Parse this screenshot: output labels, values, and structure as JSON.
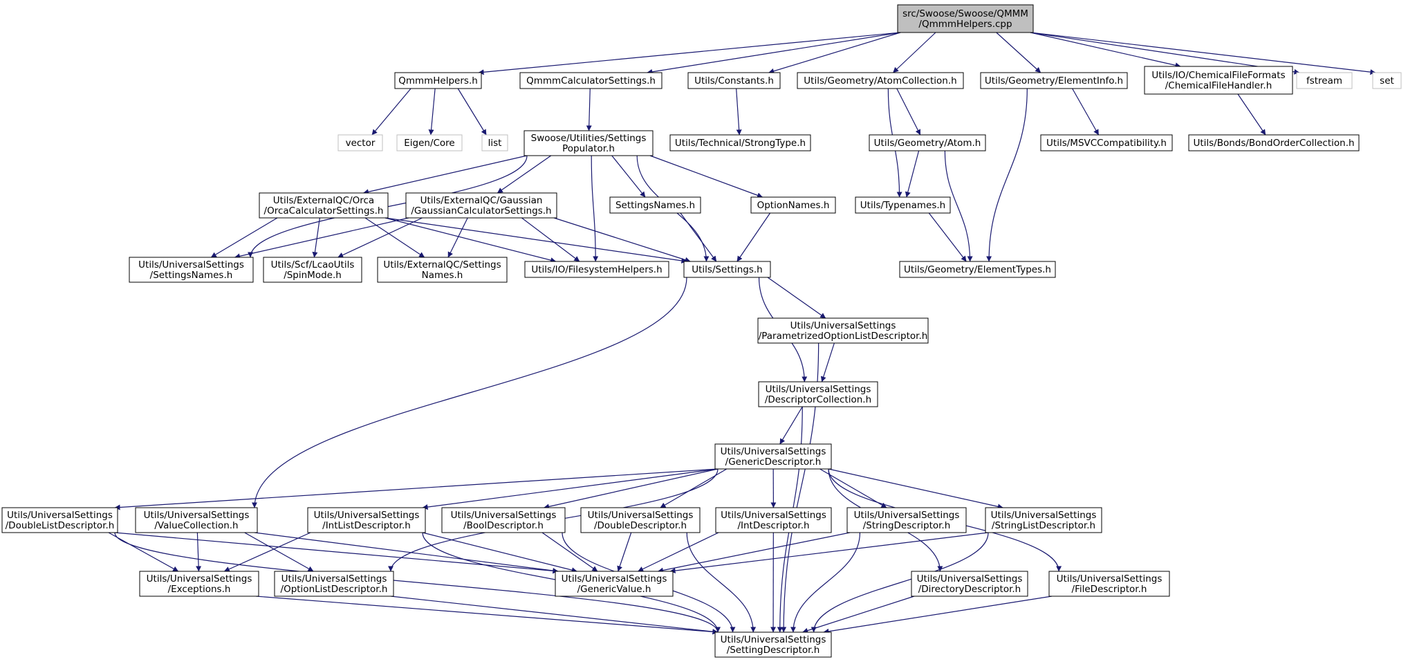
{
  "colors": {
    "edge": "#191970",
    "node_border": "#000000",
    "external_border": "#bfbfbf",
    "root_fill": "#bfbfbf",
    "node_fill": "#ffffff"
  },
  "nodes": [
    {
      "id": "root",
      "lines": [
        "src/Swoose/Swoose/QMMM",
        "/QmmmHelpers.cpp"
      ],
      "kind": "root"
    },
    {
      "id": "qmmmhelpers",
      "lines": [
        "QmmmHelpers.h"
      ],
      "kind": "normal"
    },
    {
      "id": "qmmmcalc",
      "lines": [
        "QmmmCalculatorSettings.h"
      ],
      "kind": "normal"
    },
    {
      "id": "constants",
      "lines": [
        "Utils/Constants.h"
      ],
      "kind": "normal"
    },
    {
      "id": "atomcoll",
      "lines": [
        "Utils/Geometry/AtomCollection.h"
      ],
      "kind": "normal"
    },
    {
      "id": "eleminfo",
      "lines": [
        "Utils/Geometry/ElementInfo.h"
      ],
      "kind": "normal"
    },
    {
      "id": "chemfile",
      "lines": [
        "Utils/IO/ChemicalFileFormats",
        "/ChemicalFileHandler.h"
      ],
      "kind": "normal"
    },
    {
      "id": "fstream",
      "lines": [
        "fstream"
      ],
      "kind": "external"
    },
    {
      "id": "set",
      "lines": [
        "set"
      ],
      "kind": "external"
    },
    {
      "id": "vector",
      "lines": [
        "vector"
      ],
      "kind": "external"
    },
    {
      "id": "eigen",
      "lines": [
        "Eigen/Core"
      ],
      "kind": "external"
    },
    {
      "id": "list",
      "lines": [
        "list"
      ],
      "kind": "external"
    },
    {
      "id": "settpop",
      "lines": [
        "Swoose/Utilities/Settings",
        "Populator.h"
      ],
      "kind": "normal"
    },
    {
      "id": "strongtype",
      "lines": [
        "Utils/Technical/StrongType.h"
      ],
      "kind": "normal"
    },
    {
      "id": "atom",
      "lines": [
        "Utils/Geometry/Atom.h"
      ],
      "kind": "normal"
    },
    {
      "id": "msvc",
      "lines": [
        "Utils/MSVCCompatibility.h"
      ],
      "kind": "normal"
    },
    {
      "id": "bondorder",
      "lines": [
        "Utils/Bonds/BondOrderCollection.h"
      ],
      "kind": "normal"
    },
    {
      "id": "orca",
      "lines": [
        "Utils/ExternalQC/Orca",
        "/OrcaCalculatorSettings.h"
      ],
      "kind": "normal"
    },
    {
      "id": "gaussian",
      "lines": [
        "Utils/ExternalQC/Gaussian",
        "/GaussianCalculatorSettings.h"
      ],
      "kind": "normal"
    },
    {
      "id": "settingsnames",
      "lines": [
        "SettingsNames.h"
      ],
      "kind": "normal"
    },
    {
      "id": "optionnames",
      "lines": [
        "OptionNames.h"
      ],
      "kind": "normal"
    },
    {
      "id": "typenames",
      "lines": [
        "Utils/Typenames.h"
      ],
      "kind": "normal"
    },
    {
      "id": "us_settingsnames",
      "lines": [
        "Utils/UniversalSettings",
        "/SettingsNames.h"
      ],
      "kind": "normal"
    },
    {
      "id": "spinmode",
      "lines": [
        "Utils/Scf/LcaoUtils",
        "/SpinMode.h"
      ],
      "kind": "normal"
    },
    {
      "id": "eqc_names",
      "lines": [
        "Utils/ExternalQC/Settings",
        "Names.h"
      ],
      "kind": "normal"
    },
    {
      "id": "fshelpers",
      "lines": [
        "Utils/IO/FilesystemHelpers.h"
      ],
      "kind": "normal"
    },
    {
      "id": "settings",
      "lines": [
        "Utils/Settings.h"
      ],
      "kind": "normal"
    },
    {
      "id": "elemtypes",
      "lines": [
        "Utils/Geometry/ElementTypes.h"
      ],
      "kind": "normal"
    },
    {
      "id": "paramopt",
      "lines": [
        "Utils/UniversalSettings",
        "/ParametrizedOptionListDescriptor.h"
      ],
      "kind": "normal"
    },
    {
      "id": "desccoll",
      "lines": [
        "Utils/UniversalSettings",
        "/DescriptorCollection.h"
      ],
      "kind": "normal"
    },
    {
      "id": "generic",
      "lines": [
        "Utils/UniversalSettings",
        "/GenericDescriptor.h"
      ],
      "kind": "normal"
    },
    {
      "id": "doublelist",
      "lines": [
        "Utils/UniversalSettings",
        "/DoubleListDescriptor.h"
      ],
      "kind": "normal"
    },
    {
      "id": "valuecoll",
      "lines": [
        "Utils/UniversalSettings",
        "/ValueCollection.h"
      ],
      "kind": "normal"
    },
    {
      "id": "intlist",
      "lines": [
        "Utils/UniversalSettings",
        "/IntListDescriptor.h"
      ],
      "kind": "normal"
    },
    {
      "id": "booldesc",
      "lines": [
        "Utils/UniversalSettings",
        "/BoolDescriptor.h"
      ],
      "kind": "normal"
    },
    {
      "id": "doubledesc",
      "lines": [
        "Utils/UniversalSettings",
        "/DoubleDescriptor.h"
      ],
      "kind": "normal"
    },
    {
      "id": "intdesc",
      "lines": [
        "Utils/UniversalSettings",
        "/IntDescriptor.h"
      ],
      "kind": "normal"
    },
    {
      "id": "stringdesc",
      "lines": [
        "Utils/UniversalSettings",
        "/StringDescriptor.h"
      ],
      "kind": "normal"
    },
    {
      "id": "stringlist",
      "lines": [
        "Utils/UniversalSettings",
        "/StringListDescriptor.h"
      ],
      "kind": "normal"
    },
    {
      "id": "exceptions",
      "lines": [
        "Utils/UniversalSettings",
        "/Exceptions.h"
      ],
      "kind": "normal"
    },
    {
      "id": "optlist",
      "lines": [
        "Utils/UniversalSettings",
        "/OptionListDescriptor.h"
      ],
      "kind": "normal"
    },
    {
      "id": "genvalue",
      "lines": [
        "Utils/UniversalSettings",
        "/GenericValue.h"
      ],
      "kind": "normal"
    },
    {
      "id": "dirdesc",
      "lines": [
        "Utils/UniversalSettings",
        "/DirectoryDescriptor.h"
      ],
      "kind": "normal"
    },
    {
      "id": "filedesc",
      "lines": [
        "Utils/UniversalSettings",
        "/FileDescriptor.h"
      ],
      "kind": "normal"
    },
    {
      "id": "settingdesc",
      "lines": [
        "Utils/UniversalSettings",
        "/SettingDescriptor.h"
      ],
      "kind": "normal"
    }
  ],
  "edges": [
    [
      "root",
      "qmmmhelpers"
    ],
    [
      "root",
      "qmmmcalc"
    ],
    [
      "root",
      "constants"
    ],
    [
      "root",
      "atomcoll"
    ],
    [
      "root",
      "eleminfo"
    ],
    [
      "root",
      "chemfile"
    ],
    [
      "root",
      "fstream"
    ],
    [
      "root",
      "set"
    ],
    [
      "qmmmhelpers",
      "vector"
    ],
    [
      "qmmmhelpers",
      "eigen"
    ],
    [
      "qmmmhelpers",
      "list"
    ],
    [
      "qmmmcalc",
      "settpop"
    ],
    [
      "constants",
      "strongtype"
    ],
    [
      "atomcoll",
      "atom"
    ],
    [
      "atomcoll",
      "typenames"
    ],
    [
      "eleminfo",
      "msvc"
    ],
    [
      "eleminfo",
      "elemtypes"
    ],
    [
      "chemfile",
      "bondorder"
    ],
    [
      "atom",
      "typenames"
    ],
    [
      "atom",
      "elemtypes"
    ],
    [
      "typenames",
      "elemtypes"
    ],
    [
      "settpop",
      "orca"
    ],
    [
      "settpop",
      "gaussian"
    ],
    [
      "settpop",
      "settingsnames"
    ],
    [
      "settpop",
      "optionnames"
    ],
    [
      "settpop",
      "us_settingsnames"
    ],
    [
      "settpop",
      "fshelpers"
    ],
    [
      "settpop",
      "settings"
    ],
    [
      "orca",
      "us_settingsnames"
    ],
    [
      "orca",
      "spinmode"
    ],
    [
      "orca",
      "eqc_names"
    ],
    [
      "orca",
      "fshelpers"
    ],
    [
      "orca",
      "settings"
    ],
    [
      "gaussian",
      "us_settingsnames"
    ],
    [
      "gaussian",
      "spinmode"
    ],
    [
      "gaussian",
      "eqc_names"
    ],
    [
      "gaussian",
      "fshelpers"
    ],
    [
      "gaussian",
      "settings"
    ],
    [
      "settingsnames",
      "settings"
    ],
    [
      "optionnames",
      "settings"
    ],
    [
      "settings",
      "paramopt"
    ],
    [
      "settings",
      "desccoll"
    ],
    [
      "settings",
      "valuecoll"
    ],
    [
      "paramopt",
      "desccoll"
    ],
    [
      "paramopt",
      "settingdesc"
    ],
    [
      "desccoll",
      "generic"
    ],
    [
      "desccoll",
      "settingdesc"
    ],
    [
      "generic",
      "doublelist"
    ],
    [
      "generic",
      "intlist"
    ],
    [
      "generic",
      "booldesc"
    ],
    [
      "generic",
      "doubledesc"
    ],
    [
      "generic",
      "intdesc"
    ],
    [
      "generic",
      "stringdesc"
    ],
    [
      "generic",
      "stringlist"
    ],
    [
      "generic",
      "optlist"
    ],
    [
      "generic",
      "dirdesc"
    ],
    [
      "generic",
      "filedesc"
    ],
    [
      "doublelist",
      "exceptions"
    ],
    [
      "doublelist",
      "genvalue"
    ],
    [
      "doublelist",
      "settingdesc"
    ],
    [
      "valuecoll",
      "exceptions"
    ],
    [
      "valuecoll",
      "optlist"
    ],
    [
      "valuecoll",
      "genvalue"
    ],
    [
      "intlist",
      "exceptions"
    ],
    [
      "intlist",
      "genvalue"
    ],
    [
      "intlist",
      "settingdesc"
    ],
    [
      "booldesc",
      "genvalue"
    ],
    [
      "booldesc",
      "settingdesc"
    ],
    [
      "doubledesc",
      "genvalue"
    ],
    [
      "doubledesc",
      "settingdesc"
    ],
    [
      "intdesc",
      "genvalue"
    ],
    [
      "intdesc",
      "settingdesc"
    ],
    [
      "stringdesc",
      "genvalue"
    ],
    [
      "stringdesc",
      "settingdesc"
    ],
    [
      "stringlist",
      "genvalue"
    ],
    [
      "stringlist",
      "settingdesc"
    ],
    [
      "exceptions",
      "settingdesc"
    ],
    [
      "optlist",
      "settingdesc"
    ],
    [
      "dirdesc",
      "settingdesc"
    ],
    [
      "filedesc",
      "settingdesc"
    ]
  ]
}
